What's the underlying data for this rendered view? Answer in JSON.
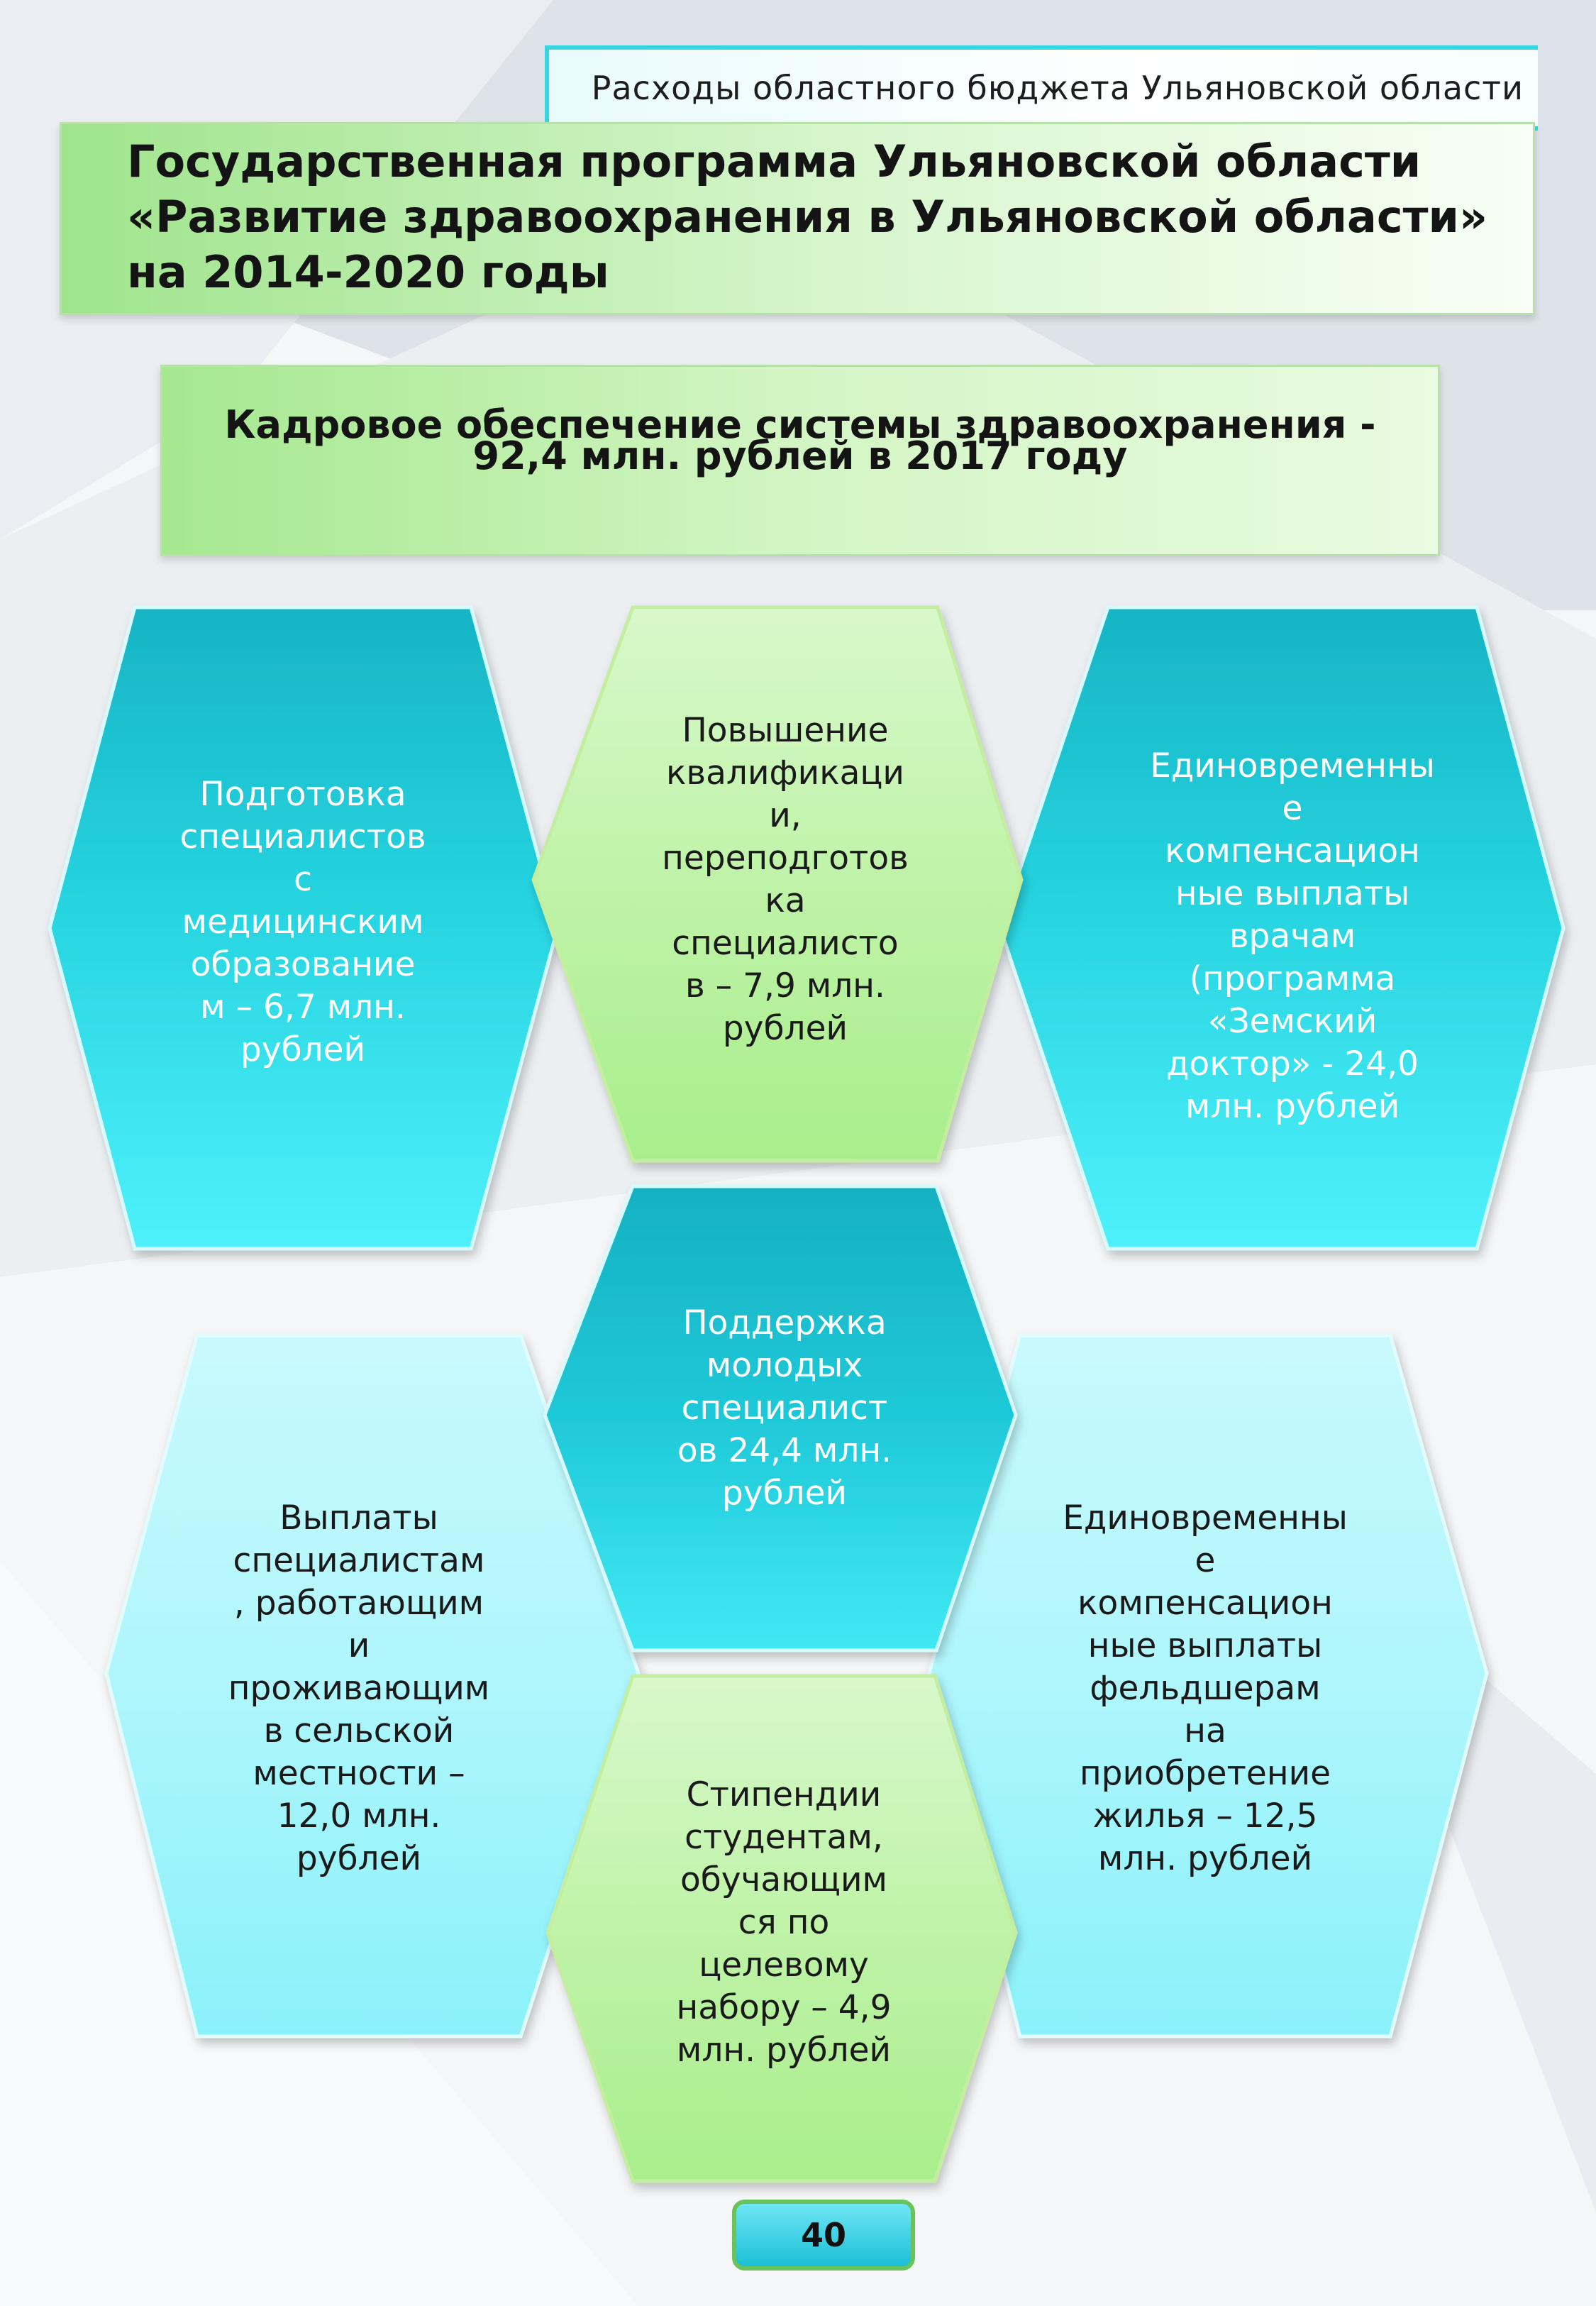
{
  "header": {
    "label": "Расходы областного бюджета Ульяновской области"
  },
  "title": {
    "lines": [
      "Государственная программа Ульяновской области",
      "«Развитие здравоохранения в Ульяновской области»",
      "на 2014-2020 годы"
    ]
  },
  "subtitle": {
    "lines": [
      "Кадровое обеспечение системы здравоохранения -",
      "92,4 млн. рублей в 2017 году"
    ]
  },
  "hexagons": [
    {
      "text": "Подготовка\nспециалистов\nс\nмедицинским\nобразование\nм – 6,7 млн.\nрублей",
      "fill": "teal",
      "text_color": "#ffffff"
    },
    {
      "text": "Повышение\nквалификаци\nи,\nпереподготов\nка\nспециалисто\nв – 7,9 млн.\nрублей",
      "fill": "green",
      "text_color": "#1a1a1a"
    },
    {
      "text": "Единовременны\nе\nкомпенсацион\nные выплаты\nврачам\n(программа\n«Земский\nдоктор» - 24,0\nмлн. рублей",
      "fill": "teal",
      "text_color": "#ffffff"
    },
    {
      "text": "Поддержка\nмолодых\nспециалист\nов 24,4 млн.\nрублей",
      "fill": "teal",
      "text_color": "#ffffff"
    },
    {
      "text": "Выплаты\nспециалистам\n, работающим\nи\nпроживающим\nв сельской\nместности –\n12,0 млн.\nрублей",
      "fill": "light-cyan",
      "text_color": "#1a1a1a"
    },
    {
      "text": "Единовременны\nе\nкомпенсацион\nные выплаты\nфельдшерам\nна\nприобретение\nжилья – 12,5\nмлн. рублей",
      "fill": "light-cyan",
      "text_color": "#1a1a1a"
    },
    {
      "text": "Стипендии\nстудентам,\nобучающим\nся по\nцелевому\nнабору – 4,9\nмлн. рублей",
      "fill": "green",
      "text_color": "#1a1a1a"
    }
  ],
  "page_number": "40",
  "colors": {
    "teal": "#1fcbd9",
    "green": "#b6f09e",
    "light_cyan": "#a6f3fb",
    "header_border": "#35d6e2"
  }
}
